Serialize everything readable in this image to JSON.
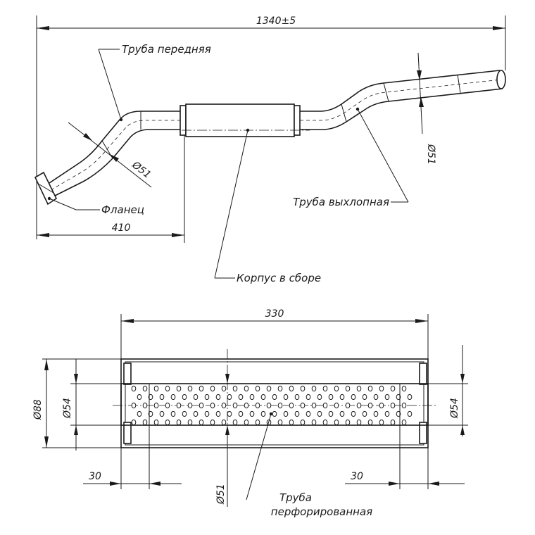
{
  "dimensions": {
    "overall_length": "1340±5",
    "front_offset": "410",
    "diam_front": "Ø51",
    "diam_exhaust": "Ø51",
    "body_length": "330",
    "body_diam_outer": "Ø88",
    "body_diam_inner_left": "Ø54",
    "body_diam_inner_right": "Ø54",
    "perf_diam": "Ø51",
    "end_left": "30",
    "end_right": "30"
  },
  "labels": {
    "front_pipe": "Труба передняя",
    "flange": "Фланец",
    "body_assembly": "Корпус в сборе",
    "exhaust_pipe": "Труба выхлопная",
    "perforated_line1": "Труба",
    "perforated_line2": "перфорированная"
  }
}
